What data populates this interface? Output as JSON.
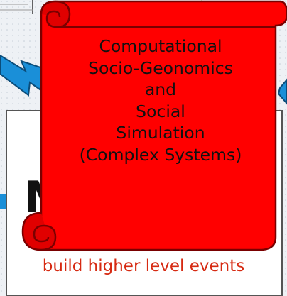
{
  "scroll": {
    "lines": [
      "Computational",
      "Socio-Geonomics",
      "and",
      "Social",
      "Simulation",
      "(Complex Systems)"
    ],
    "fill_color": "#ff0000",
    "edge_color": "#b00000"
  },
  "lower_box": {
    "heading_fragment": "M",
    "red_text": "build higher level events"
  },
  "colors": {
    "arrow": "#1a8fd8",
    "green_stroke": "#37d21c",
    "background": "#eef1f5"
  }
}
